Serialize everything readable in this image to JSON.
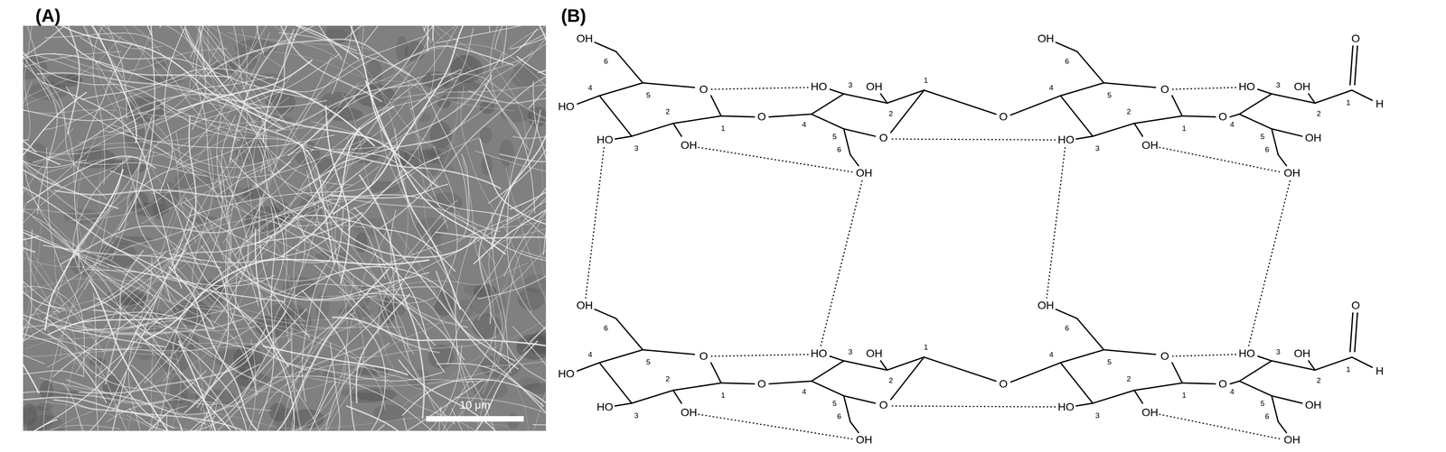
{
  "diagram": {
    "labels": [
      "(A)",
      "10 μm",
      "(B)",
      "OH",
      "6",
      "4",
      "5",
      "O",
      "HO",
      "2",
      "1",
      "HO",
      "3",
      "OH",
      "O",
      "HO",
      "3",
      "OH",
      "2",
      "1",
      "4",
      "5",
      "6",
      "O",
      "OH",
      "O",
      "OH",
      "6",
      "4",
      "5",
      "O",
      "2",
      "1",
      "HO",
      "3",
      "OH",
      "O",
      "HO",
      "3",
      "OH",
      "2",
      "O",
      "1",
      "H",
      "4",
      "5",
      "6",
      "OH",
      "OH",
      "OH",
      "6",
      "4",
      "5",
      "O",
      "HO",
      "2",
      "1",
      "HO",
      "3",
      "OH",
      "O",
      "HO",
      "3",
      "OH",
      "2",
      "1",
      "4",
      "5",
      "6",
      "O",
      "OH",
      "O",
      "OH",
      "6",
      "4",
      "5",
      "O",
      "2",
      "1",
      "HO",
      "3",
      "OH",
      "O",
      "HO",
      "3",
      "OH",
      "2",
      "O",
      "1",
      "H",
      "4",
      "5",
      "6",
      "OH",
      "OH"
    ]
  }
}
